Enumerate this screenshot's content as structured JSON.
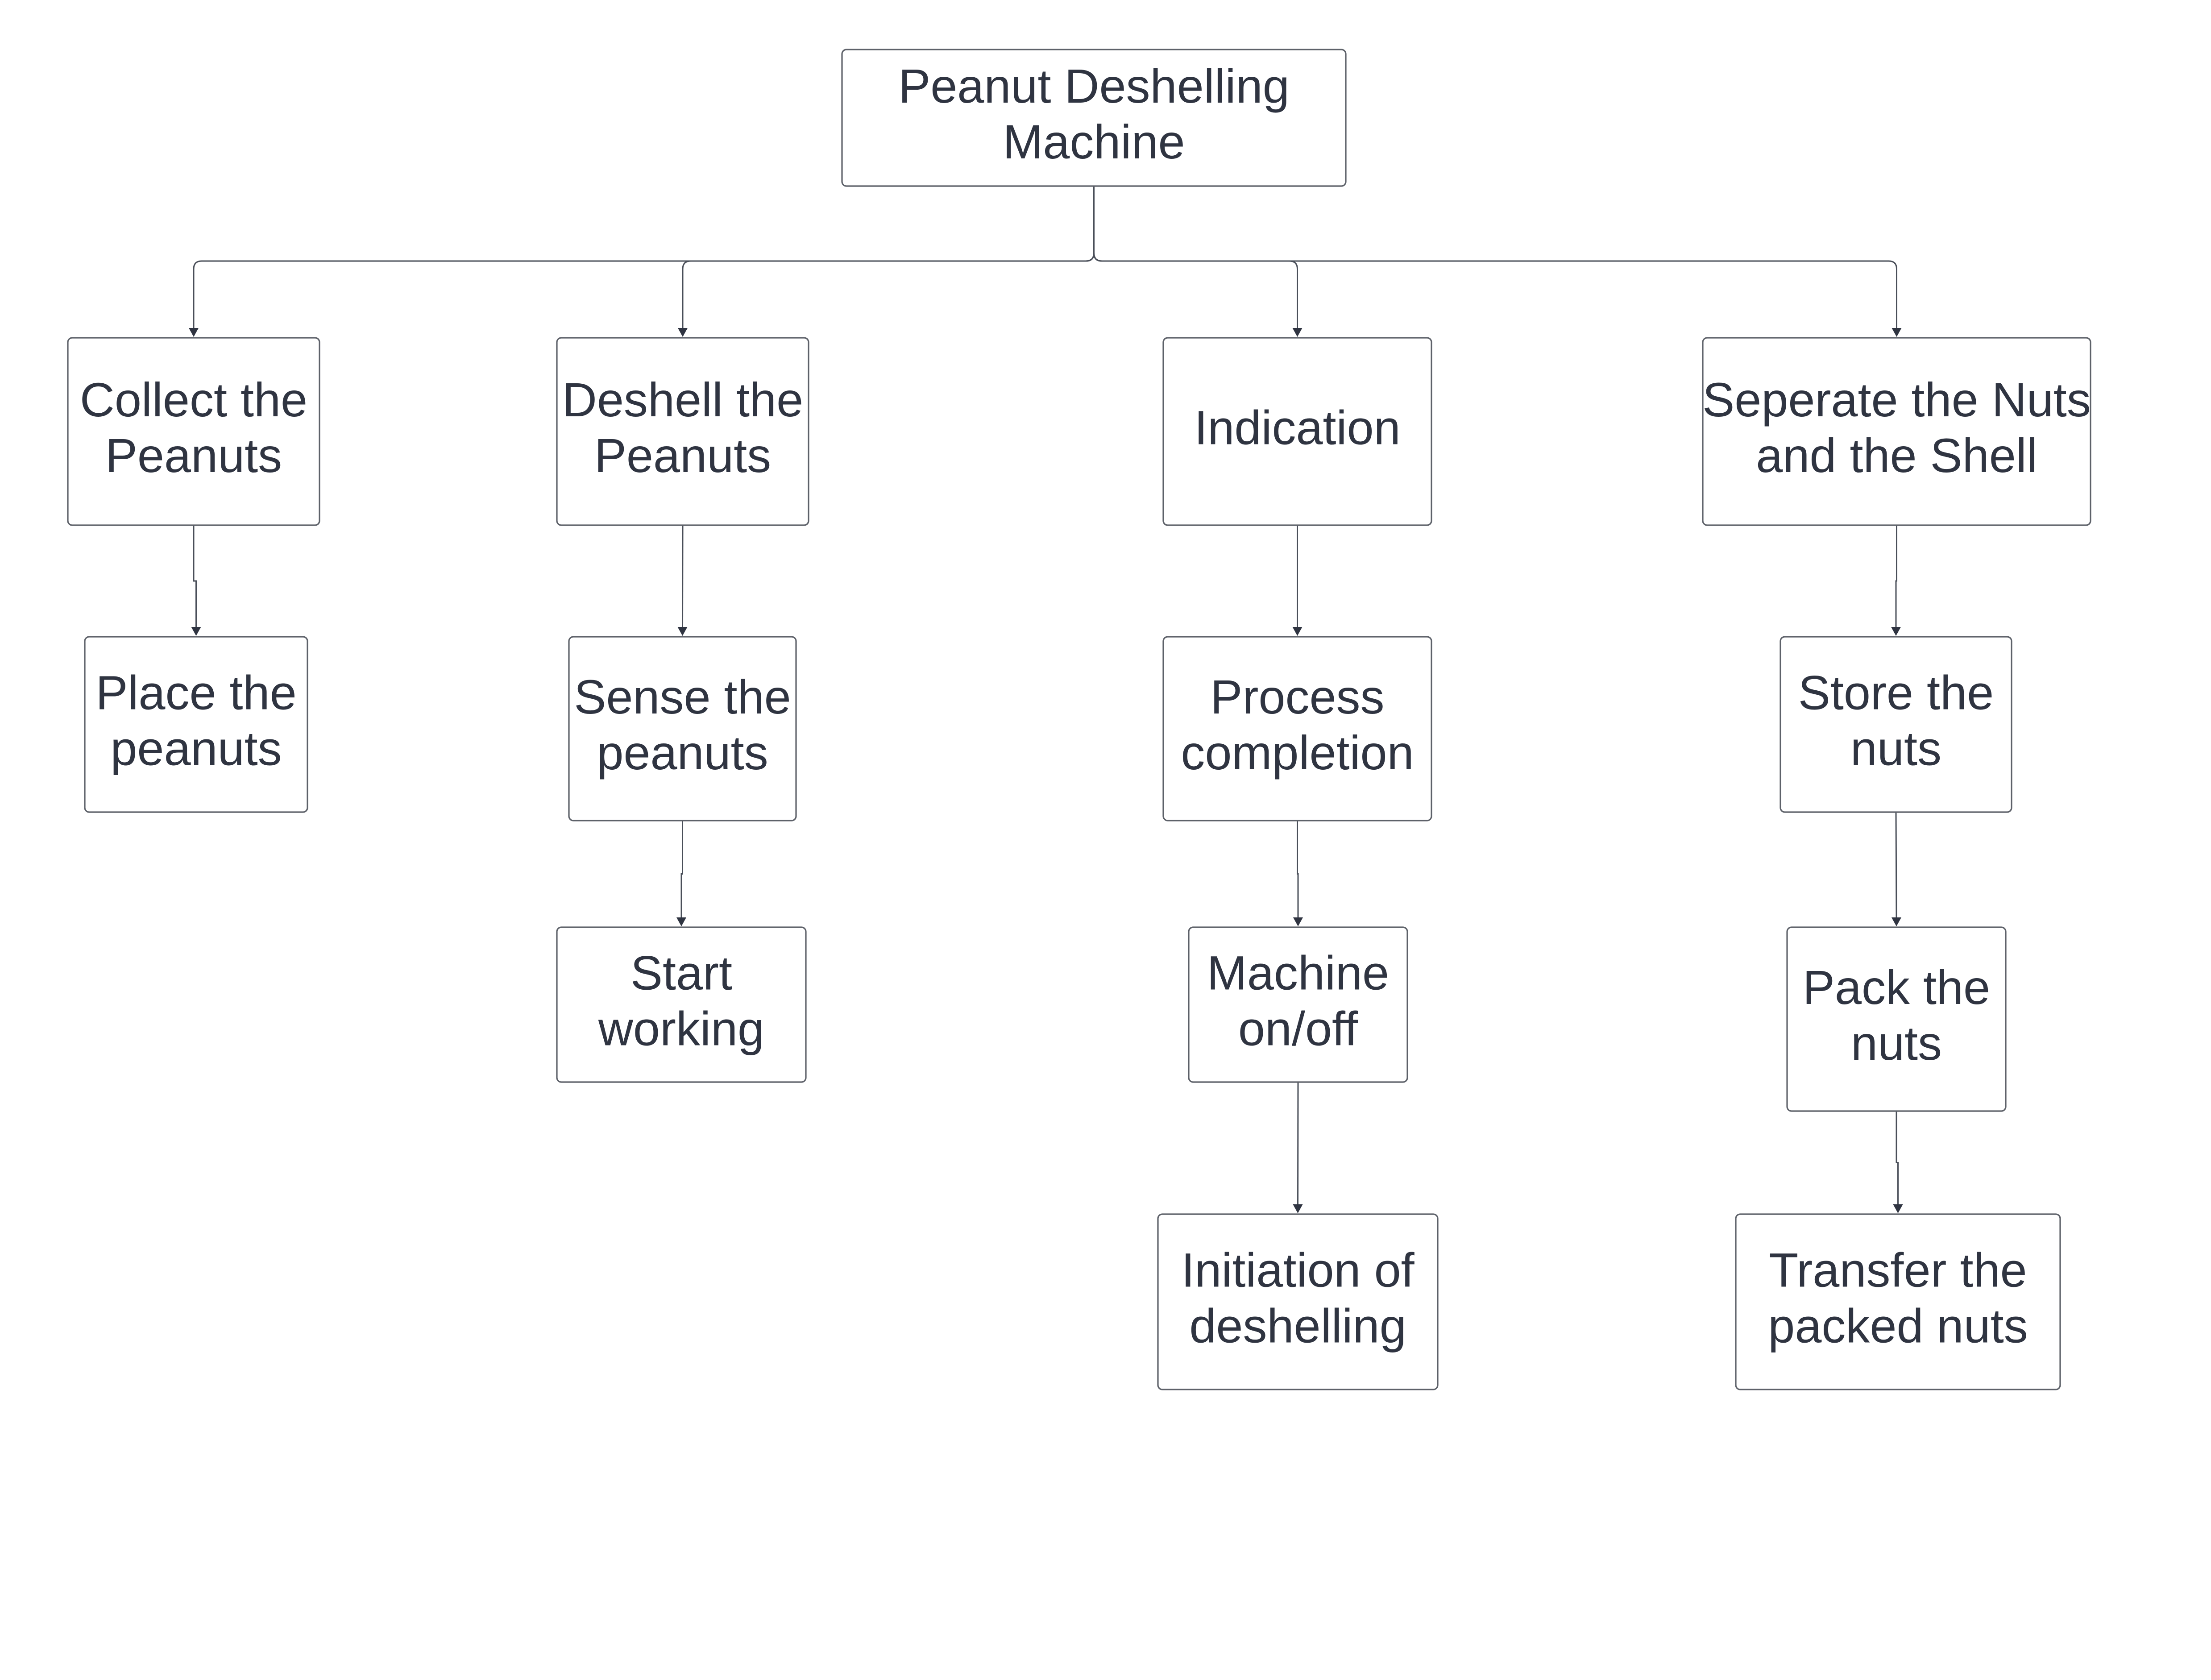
{
  "diagram": {
    "nodes": [
      {
        "id": "root",
        "lines": [
          "Peanut Deshelling",
          "Machine"
        ],
        "interactable": true
      },
      {
        "id": "collect",
        "lines": [
          "Collect the",
          "Peanuts"
        ],
        "interactable": true
      },
      {
        "id": "place",
        "lines": [
          "Place the",
          "peanuts"
        ],
        "interactable": true
      },
      {
        "id": "deshell",
        "lines": [
          "Deshell the",
          "Peanuts"
        ],
        "interactable": true
      },
      {
        "id": "sense",
        "lines": [
          "Sense the",
          "peanuts"
        ],
        "interactable": true
      },
      {
        "id": "start",
        "lines": [
          "Start",
          "working"
        ],
        "interactable": true
      },
      {
        "id": "indication",
        "lines": [
          "Indication"
        ],
        "interactable": true
      },
      {
        "id": "process",
        "lines": [
          "Process",
          "completion"
        ],
        "interactable": true
      },
      {
        "id": "machine",
        "lines": [
          "Machine",
          "on/off"
        ],
        "interactable": true
      },
      {
        "id": "initiation",
        "lines": [
          "Initiation of",
          "deshelling"
        ],
        "interactable": true
      },
      {
        "id": "separate",
        "lines": [
          "Seperate the Nuts",
          "and the Shell"
        ],
        "interactable": true
      },
      {
        "id": "store",
        "lines": [
          "Store the",
          "nuts"
        ],
        "interactable": true
      },
      {
        "id": "pack",
        "lines": [
          "Pack the",
          "nuts"
        ],
        "interactable": true
      },
      {
        "id": "transfer",
        "lines": [
          "Transfer the",
          "packed nuts"
        ],
        "interactable": true
      }
    ],
    "edges": [
      {
        "from": "root",
        "to": "collect"
      },
      {
        "from": "root",
        "to": "deshell"
      },
      {
        "from": "root",
        "to": "indication"
      },
      {
        "from": "root",
        "to": "separate"
      },
      {
        "from": "collect",
        "to": "place"
      },
      {
        "from": "deshell",
        "to": "sense"
      },
      {
        "from": "sense",
        "to": "start"
      },
      {
        "from": "indication",
        "to": "process"
      },
      {
        "from": "process",
        "to": "machine"
      },
      {
        "from": "machine",
        "to": "initiation"
      },
      {
        "from": "separate",
        "to": "store"
      },
      {
        "from": "store",
        "to": "pack"
      },
      {
        "from": "pack",
        "to": "transfer"
      }
    ]
  }
}
